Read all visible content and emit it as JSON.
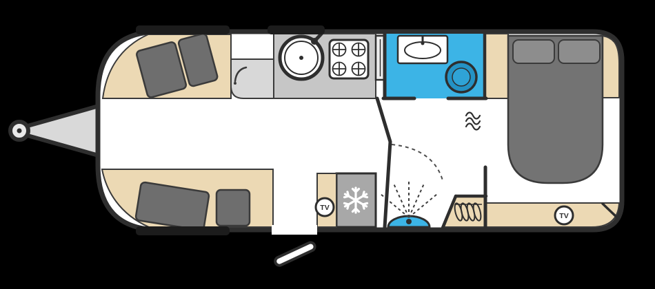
{
  "title": "Caravan floor plan",
  "labels": {
    "tv_front": "TV",
    "tv_rear": "TV"
  },
  "icons": {
    "snowflake-icon": "fridge freezer",
    "shower-spray-icon": "shower",
    "hangers-icon": "wardrobe hanging space",
    "heater-icon": "heater",
    "tv-point-icon": "TV connection point",
    "hob-icon": "4 burner hob",
    "sink-icon": "kitchen sink with tap",
    "washbasin-icon": "washbasin",
    "toilet-icon": "toilet",
    "bed-icon": "island bed with pillows",
    "sofa-icon": "lounge sofa cushions",
    "tow-hitch-icon": "caravan tow hitch"
  },
  "colors": {
    "background": "#000000",
    "floor": "#ffffff",
    "outline": "#2e2e2e",
    "furniture_beige": "#ecd9b4",
    "upholstery_gray": "#6e6e6e",
    "worktop_gray": "#c6c6c6",
    "appliance_gray": "#a8a8a8",
    "wet_room_blue": "#3cb4e6",
    "toilet_blue": "#2492c4",
    "window_black": "#1c1c1c"
  }
}
